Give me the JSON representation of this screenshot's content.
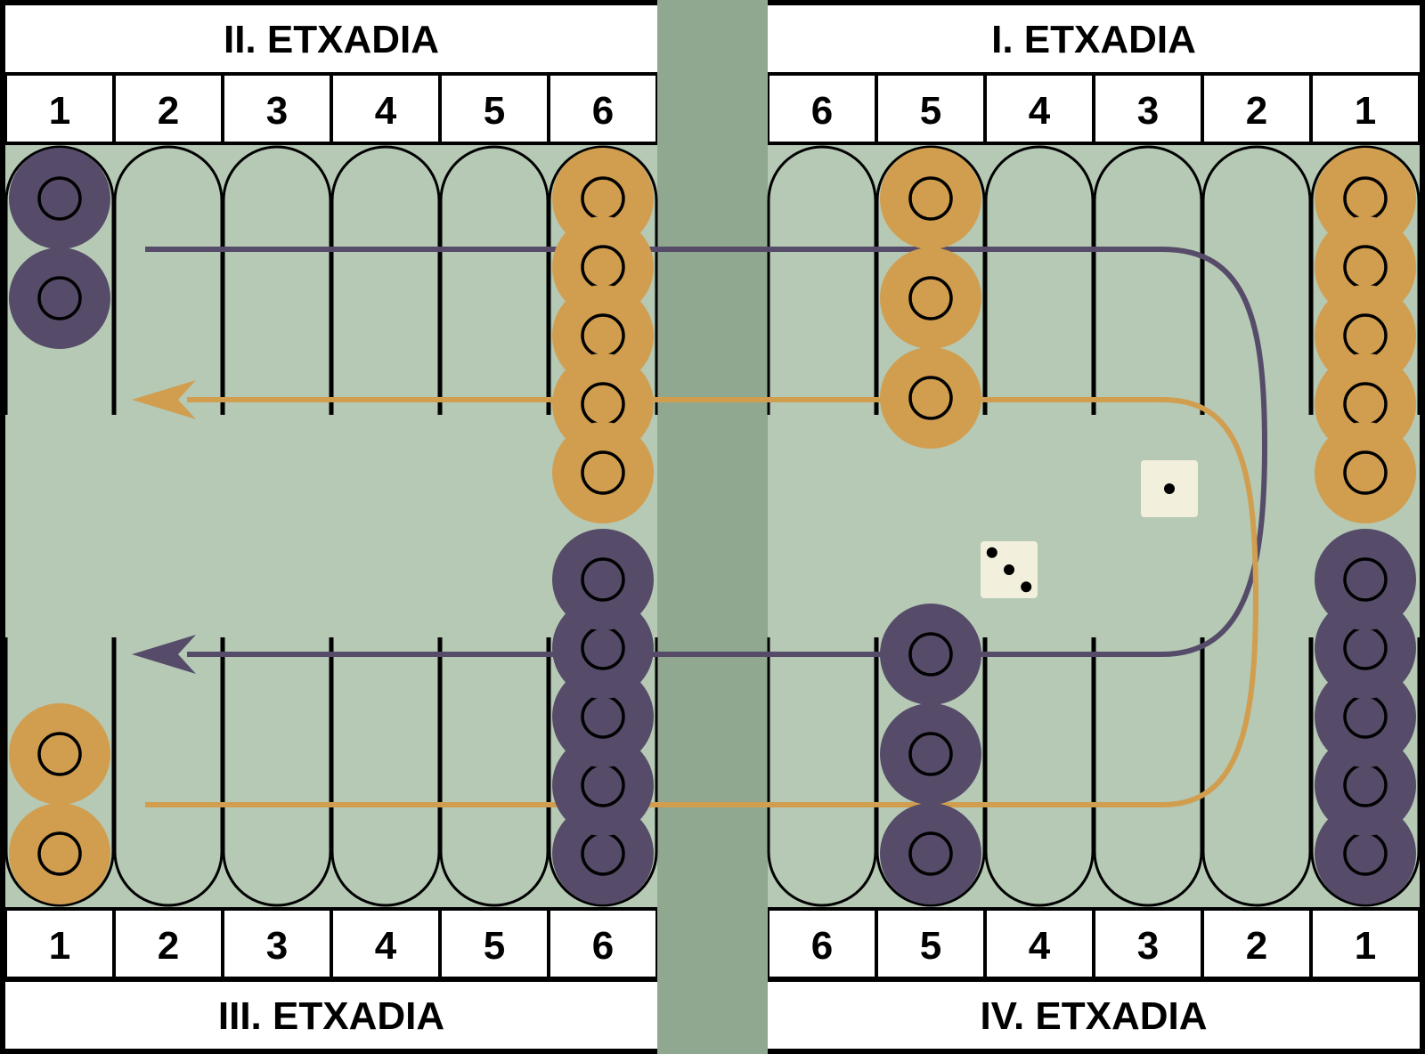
{
  "quarters": {
    "top_left": "II. ETXADIA",
    "top_right": "I. ETXADIA",
    "bottom_left": "III. ETXADIA",
    "bottom_right": "IV. ETXADIA"
  },
  "point_numbers": {
    "top_left": [
      "1",
      "2",
      "3",
      "4",
      "5",
      "6"
    ],
    "top_right": [
      "6",
      "5",
      "4",
      "3",
      "2",
      "1"
    ],
    "bottom_left": [
      "1",
      "2",
      "3",
      "4",
      "5",
      "6"
    ],
    "bottom_right": [
      "6",
      "5",
      "4",
      "3",
      "2",
      "1"
    ]
  },
  "colors": {
    "background": "#000000",
    "label_band": "#ffffff",
    "field": "#b5c9b5",
    "bar": "#8fa88f",
    "point_outline": "#000000",
    "orange_checker": "#d19e4f",
    "purple_checker": "#564c69",
    "orange_path": "#d19e4f",
    "purple_path": "#564c69",
    "die_face": "#f2efdc",
    "die_pip": "#000000"
  },
  "checkers": {
    "top": [
      {
        "column": 0,
        "color": "purple",
        "count": 2
      },
      {
        "column": 5,
        "color": "orange",
        "count": 5
      },
      {
        "column": 7,
        "color": "orange",
        "count": 3
      },
      {
        "column": 11,
        "color": "orange",
        "count": 5
      }
    ],
    "bottom": [
      {
        "column": 0,
        "color": "orange",
        "count": 2
      },
      {
        "column": 5,
        "color": "purple",
        "count": 5
      },
      {
        "column": 7,
        "color": "purple",
        "count": 3
      },
      {
        "column": 11,
        "color": "purple",
        "count": 5
      }
    ]
  },
  "dice": [
    {
      "name": "die-one",
      "value": 1
    },
    {
      "name": "die-three",
      "value": 3
    }
  ],
  "paths": [
    {
      "name": "purple-movement-path",
      "color": "purple",
      "direction": "left"
    },
    {
      "name": "orange-movement-path",
      "color": "orange",
      "direction": "left"
    }
  ]
}
